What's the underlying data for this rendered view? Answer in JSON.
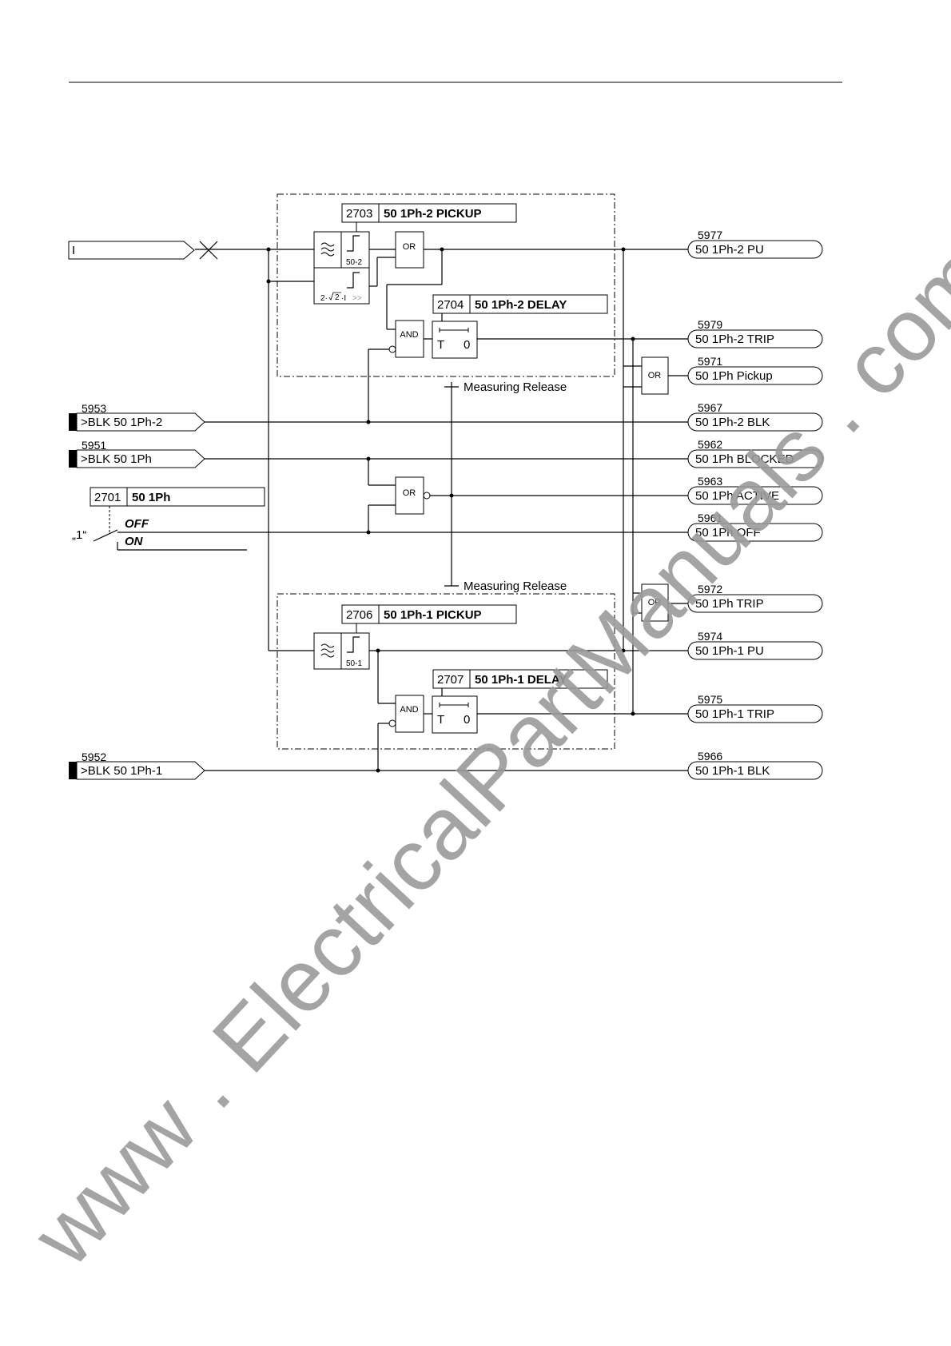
{
  "inputs": {
    "current": "I",
    "blk_1ph2": {
      "num": "5953",
      "label": ">BLK 50 1Ph-2"
    },
    "blk_1ph": {
      "num": "5951",
      "label": ">BLK 50 1Ph"
    },
    "blk_1ph1": {
      "num": "5952",
      "label": ">BLK 50 1Ph-1"
    }
  },
  "settings": {
    "pickup2": {
      "addr": "2703",
      "name": "50 1Ph-2 PICKUP"
    },
    "delay2": {
      "addr": "2704",
      "name": "50 1Ph-2 DELAY"
    },
    "mode": {
      "addr": "2701",
      "name": "50 1Ph"
    },
    "pickup1": {
      "addr": "2706",
      "name": "50 1Ph-1 PICKUP"
    },
    "delay1": {
      "addr": "2707",
      "name": "50 1Ph-1 DELAY"
    }
  },
  "switch": {
    "const": "„1“",
    "off": "OFF",
    "on": "ON"
  },
  "gates": {
    "or": "OR",
    "and": "AND"
  },
  "element_labels": {
    "stage2": "50-2",
    "stage1": "50-1",
    "factor": "2·",
    "sqrt_arg": "2",
    "i_sym": "·I",
    "i_gt": ">>",
    "timer_t": "T",
    "timer_zero": "0"
  },
  "measuring_release": "Measuring Release",
  "outputs": [
    {
      "num": "5977",
      "label": "50 1Ph-2 PU"
    },
    {
      "num": "5979",
      "label": "50 1Ph-2 TRIP"
    },
    {
      "num": "5971",
      "label": "50 1Ph Pickup"
    },
    {
      "num": "5967",
      "label": "50 1Ph-2 BLK"
    },
    {
      "num": "5962",
      "label": "50 1Ph BLOCKED"
    },
    {
      "num": "5963",
      "label": "50 1Ph ACTIVE"
    },
    {
      "num": "5961",
      "label": "50 1Ph OFF"
    },
    {
      "num": "5972",
      "label": "50 1Ph TRIP"
    },
    {
      "num": "5974",
      "label": "50 1Ph-1 PU"
    },
    {
      "num": "5975",
      "label": "50 1Ph-1 TRIP"
    },
    {
      "num": "5966",
      "label": "50 1Ph-1 BLK"
    }
  ],
  "watermark": "www . ElectricalPartManuals . com"
}
